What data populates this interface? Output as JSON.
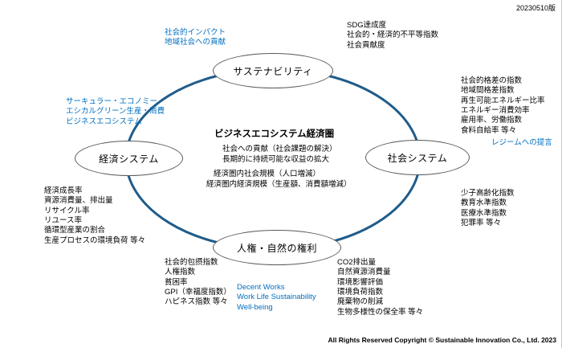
{
  "meta": {
    "version": "20230510版",
    "copyright": "All Rights Reserved Copyright © Sustainable Innovation Co., Ltd. 2023"
  },
  "colors": {
    "accent_blue": "#0070C0",
    "cycle_stroke": "#1F5C8B",
    "node_border": "#595959"
  },
  "nodes": {
    "top": {
      "label": "サステナビリティ"
    },
    "left": {
      "label": "経済システム"
    },
    "right": {
      "label": "社会システム"
    },
    "bottom": {
      "label": "人権・自然の権利"
    }
  },
  "center": {
    "title": "ビジネスエコシステム経済圏",
    "lines": [
      "社会への貢献（社会課題の解決）",
      "長期的に持続可能な収益の拡大",
      "経済圏内社会規模（人口増減）",
      "経済圏内経済規模（生産額、消費額増減）"
    ]
  },
  "annotations": {
    "top_left_blue": [
      "社会的インパクト",
      "地域社会への貢献"
    ],
    "top_right_black": [
      "SDG達成度",
      "社会的・経済的不平等指数",
      "社会貢献度"
    ],
    "left_blue": [
      "サーキュラー・エコノミー",
      "エシカルグリーン生産・消費",
      "ビジネスエコシステム"
    ],
    "right_upper_black": [
      "社会的格差の指数",
      "地域間格差指数",
      "再生可能エネルギー比率",
      "エネルギー消費効率",
      "雇用率、労働指数",
      "食料自給率 等々"
    ],
    "right_blue": "レジームへの提言",
    "left_black": [
      "経済成長率",
      "資源消費量、排出量",
      "リサイクル率",
      "リユース率",
      "循環型産業の割合",
      "生産プロセスの環境負荷 等々"
    ],
    "right_lower_black": [
      "少子高齢化指数",
      "教育水準指数",
      "医療水準指数",
      "犯罪率 等々"
    ],
    "bottom_left_black": [
      "社会的包摂指数",
      "人権指数",
      "貧困率",
      "GPI（幸福度指数）",
      "ハピネス指数 等々"
    ],
    "bottom_blue": [
      "Decent Works",
      "Work Life Sustainability",
      "Well-being"
    ],
    "bottom_right_black": [
      "CO2排出量",
      "自然資源消費量",
      "環境影響評価",
      "環境負荷指数",
      "廃棄物の削減",
      "生物多様性の保全率 等々"
    ]
  }
}
